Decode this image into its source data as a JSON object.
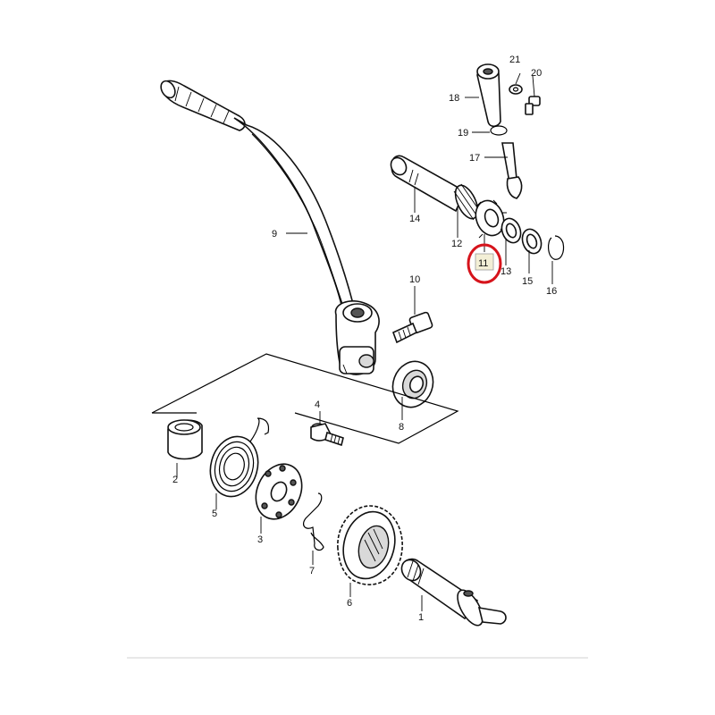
{
  "diagram": {
    "labels": {
      "p1": "1",
      "p2": "2",
      "p3": "3",
      "p4": "4",
      "p5": "5",
      "p6": "6",
      "p7": "7",
      "p8": "8",
      "p9": "9",
      "p10": "10",
      "p11": "11",
      "p12": "12",
      "p13": "13",
      "p14": "14",
      "p15": "15",
      "p16": "16",
      "p17": "17",
      "p18": "18",
      "p19": "19",
      "p20": "20",
      "p21": "21"
    },
    "highlighted_part": "11",
    "highlight_color": "#d6141c"
  }
}
